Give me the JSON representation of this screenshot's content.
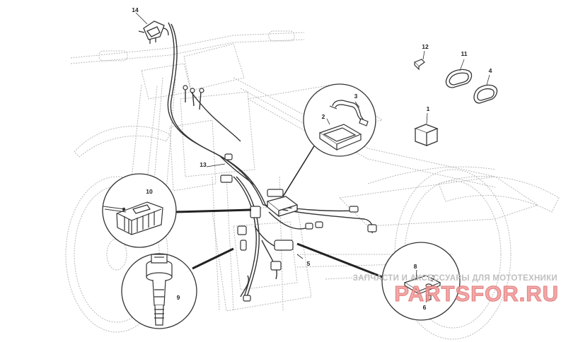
{
  "callouts": {
    "c1": "1",
    "c2": "2",
    "c3": "3",
    "c4": "4",
    "c5": "5",
    "c6": "6",
    "c7": "7",
    "c8": "8",
    "c9": "9",
    "c10": "10",
    "c11": "11",
    "c12": "12",
    "c13": "13",
    "c14": "14"
  },
  "watermark": {
    "line1": "ЗАПЧАСТИ И АКСЕССУАРЫ ДЛЯ МОТОТЕХНИКИ",
    "line2": "PARTSFOR.RU"
  },
  "colors": {
    "outline": "#b3b3b3",
    "parts": "#333333",
    "watermark_text": "#e06666"
  }
}
